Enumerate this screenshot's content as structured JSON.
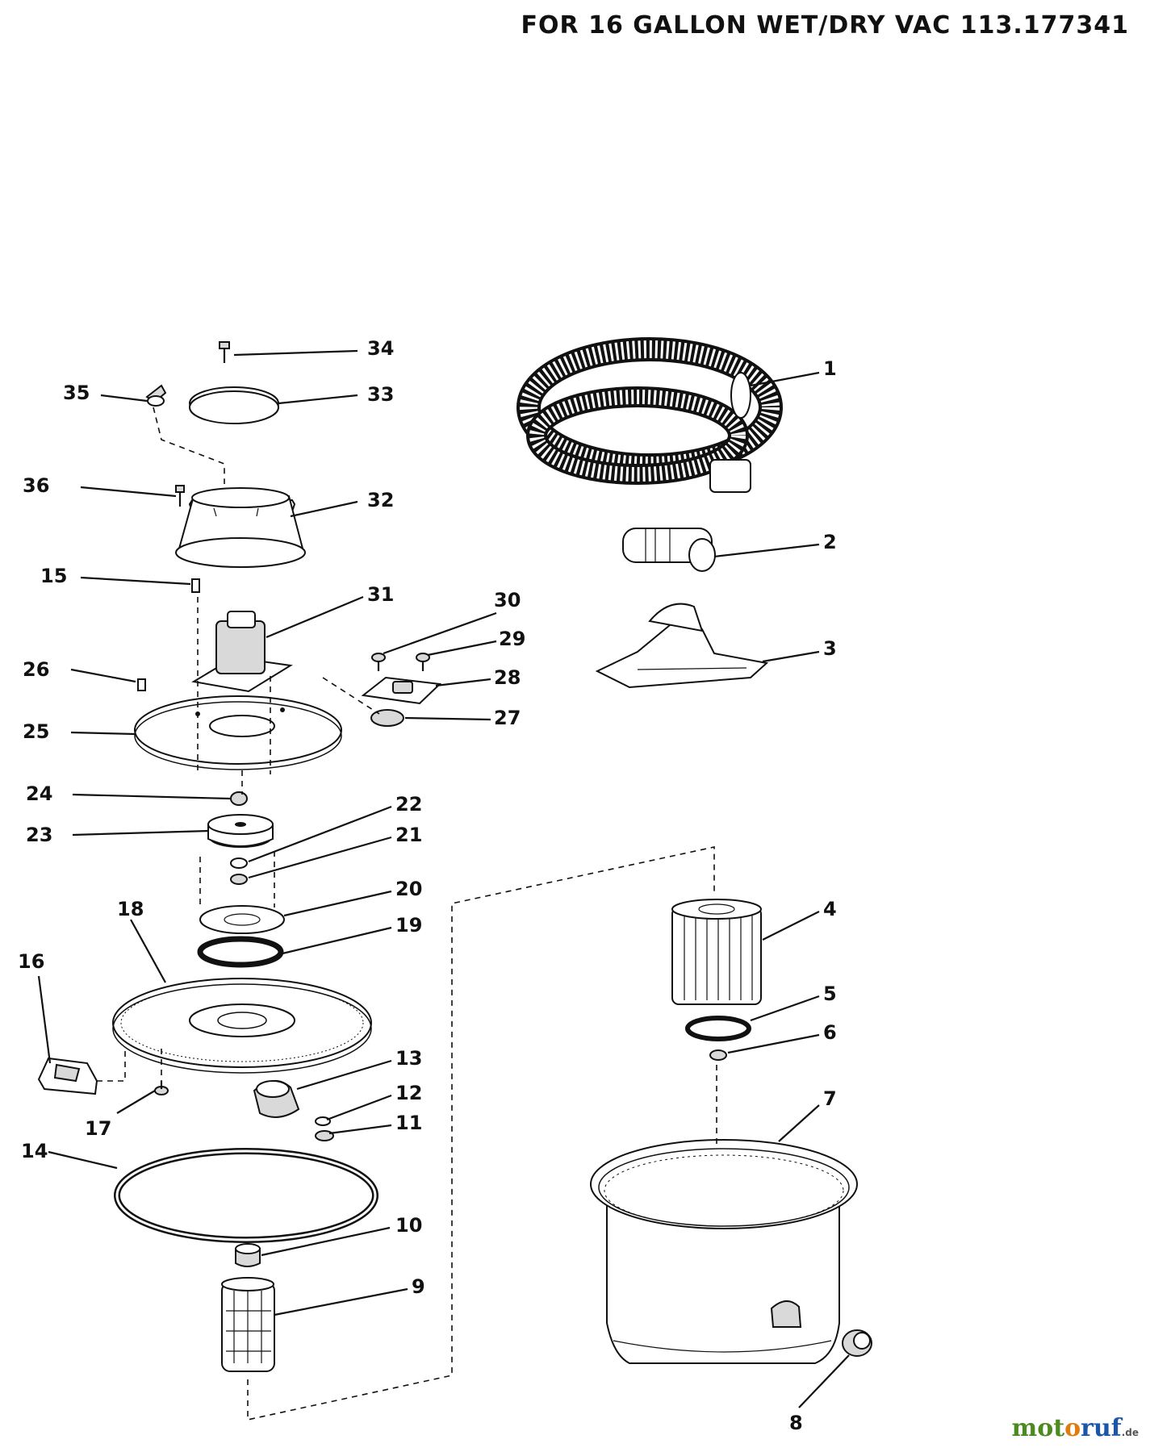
{
  "header": {
    "title": "FOR 16 GALLON WET/DRY VAC 113.177341"
  },
  "callouts": [
    "1",
    "2",
    "3",
    "4",
    "5",
    "6",
    "7",
    "8",
    "9",
    "10",
    "11",
    "12",
    "13",
    "14",
    "15",
    "16",
    "17",
    "18",
    "19",
    "20",
    "21",
    "22",
    "23",
    "24",
    "25",
    "26",
    "27",
    "28",
    "29",
    "30",
    "31",
    "32",
    "33",
    "34",
    "35",
    "36"
  ],
  "watermark": {
    "part_a": "mot",
    "part_b": "o",
    "part_c": "ruf",
    "suffix": ".de"
  }
}
